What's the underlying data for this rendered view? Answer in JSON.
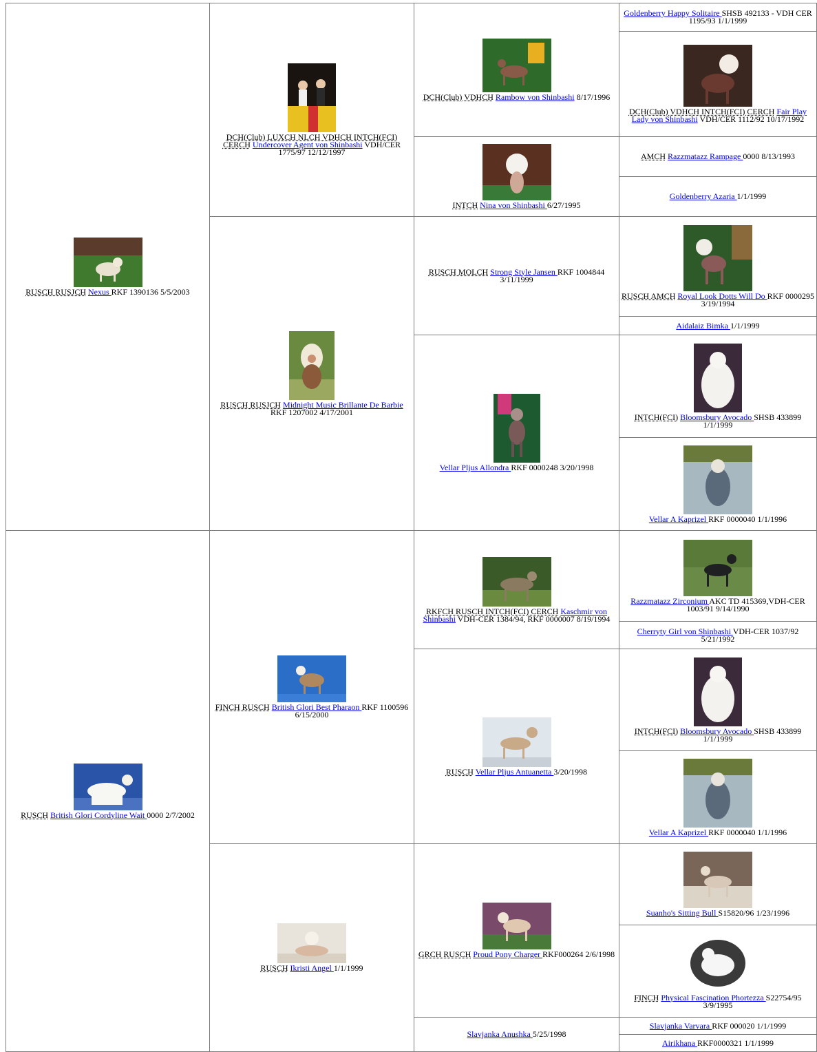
{
  "dogs": {
    "g1": {
      "title": "RUSCH RUSJCH",
      "name": "Nexus ",
      "info": " RKF 1390136 5/5/2003"
    },
    "g2": {
      "title": "RUSCH",
      "name": "British Glori Cordyline Wait ",
      "info": " 0000 2/7/2002"
    },
    "p1": {
      "title": "DCH(Club) LUXCH NLCH VDHCH INTCH(FCI) CERCH",
      "name": "Undercover Agent von Shinbashi",
      "info": " VDH/CER 1775/97 12/12/1997"
    },
    "p2": {
      "title": "RUSCH RUSJCH",
      "name": "Midnight Music Brillante De Barbie ",
      "info": "RKF 1207002 4/17/2001"
    },
    "p3": {
      "title": "FINCH RUSCH",
      "name": "British Glori Best Pharaon ",
      "info": "RKF 1100596 6/15/2000"
    },
    "p4": {
      "title": "RUSCH",
      "name": "Ikristi Angel ",
      "info": "1/1/1999"
    },
    "gp1": {
      "title": "DCH(Club) VDHCH",
      "name": "Rambow von Shinbashi",
      "info": " 8/17/1996"
    },
    "gp2": {
      "title": "INTCH",
      "name": "Nina von Shinbashi ",
      "info": "6/27/1995"
    },
    "gp3": {
      "title": "RUSCH MOLCH",
      "name": "Strong Style Jansen ",
      "info": "RKF 1004844 3/11/1999"
    },
    "gp4": {
      "title": "",
      "name": "Vellar Pljus Allondra ",
      "info": "RKF 0000248 3/20/1998"
    },
    "gp5": {
      "title": "RKFCH RUSCH INTCH(FCI) CERCH",
      "name": "Kaschmir von Shinbashi",
      "info": " VDH-CER 1384/94, RKF 0000007 8/19/1994"
    },
    "gp6": {
      "title": "RUSCH",
      "name": "Vellar Pljus Antuanetta ",
      "info": "3/20/1998"
    },
    "gp7": {
      "title": "GRCH RUSCH",
      "name": "Proud Pony Charger ",
      "info": "RKF000264 2/6/1998"
    },
    "gp8": {
      "title": "",
      "name": "Slavjanka Anushka ",
      "info": "5/25/1998"
    },
    "ggp1": {
      "title": "",
      "name": "Goldenberry Happy Solitaire ",
      "info": "SHSB 492133 - VDH CER 1195/93 1/1/1999"
    },
    "ggp2": {
      "title": "DCH(Club) VDHCH INTCH(FCI) CERCH",
      "name": "Fair Play Lady von Shinbashi",
      "info": " VDH/CER 1112/92 10/17/1992"
    },
    "ggp3": {
      "title": "AMCH",
      "name": "Razzmatazz Rampage ",
      "info": "0000 8/13/1993"
    },
    "ggp4": {
      "title": "",
      "name": "Goldenberry Azaria ",
      "info": "1/1/1999"
    },
    "ggp5": {
      "title": "RUSCH AMCH",
      "name": "Royal Look Dotts Will Do ",
      "info": "RKF 0000295 3/19/1994"
    },
    "ggp6": {
      "title": "",
      "name": "Aidalaiz Bimka ",
      "info": "1/1/1999"
    },
    "ggp7": {
      "title": "INTCH(FCI)",
      "name": "Bloomsbury Avocado ",
      "info": "SHSB 433899 1/1/1999"
    },
    "ggp8": {
      "title": "",
      "name": "Vellar A Kaprizel ",
      "info": "RKF 0000040 1/1/1996"
    },
    "ggp9": {
      "title": "",
      "name": "Razzmatazz Zirconium ",
      "info": "AKC TD 415369,VDH-CER 1003/91 9/14/1990"
    },
    "ggp10": {
      "title": "",
      "name": "Cherryty Girl von Shinbashi ",
      "info": "VDH-CER 1037/92 5/21/1992"
    },
    "ggp11": {
      "title": "INTCH(FCI)",
      "name": "Bloomsbury Avocado ",
      "info": "SHSB 433899 1/1/1999"
    },
    "ggp12": {
      "title": "",
      "name": "Vellar A Kaprizel ",
      "info": "RKF 0000040 1/1/1996"
    },
    "ggp13": {
      "title": "",
      "name": "Suanho's Sitting Bull ",
      "info": "S15820/96 1/23/1996"
    },
    "ggp14": {
      "title": "FINCH",
      "name": "Physical Fascination Phortezza ",
      "info": "S22754/95 3/9/1995"
    },
    "ggp15": {
      "title": "",
      "name": "Slavjanka Varvara ",
      "info": "RKF 000020 1/1/1999"
    },
    "ggp16": {
      "title": "",
      "name": "Airikhana ",
      "info": "RKF0000321 1/1/1999"
    }
  }
}
